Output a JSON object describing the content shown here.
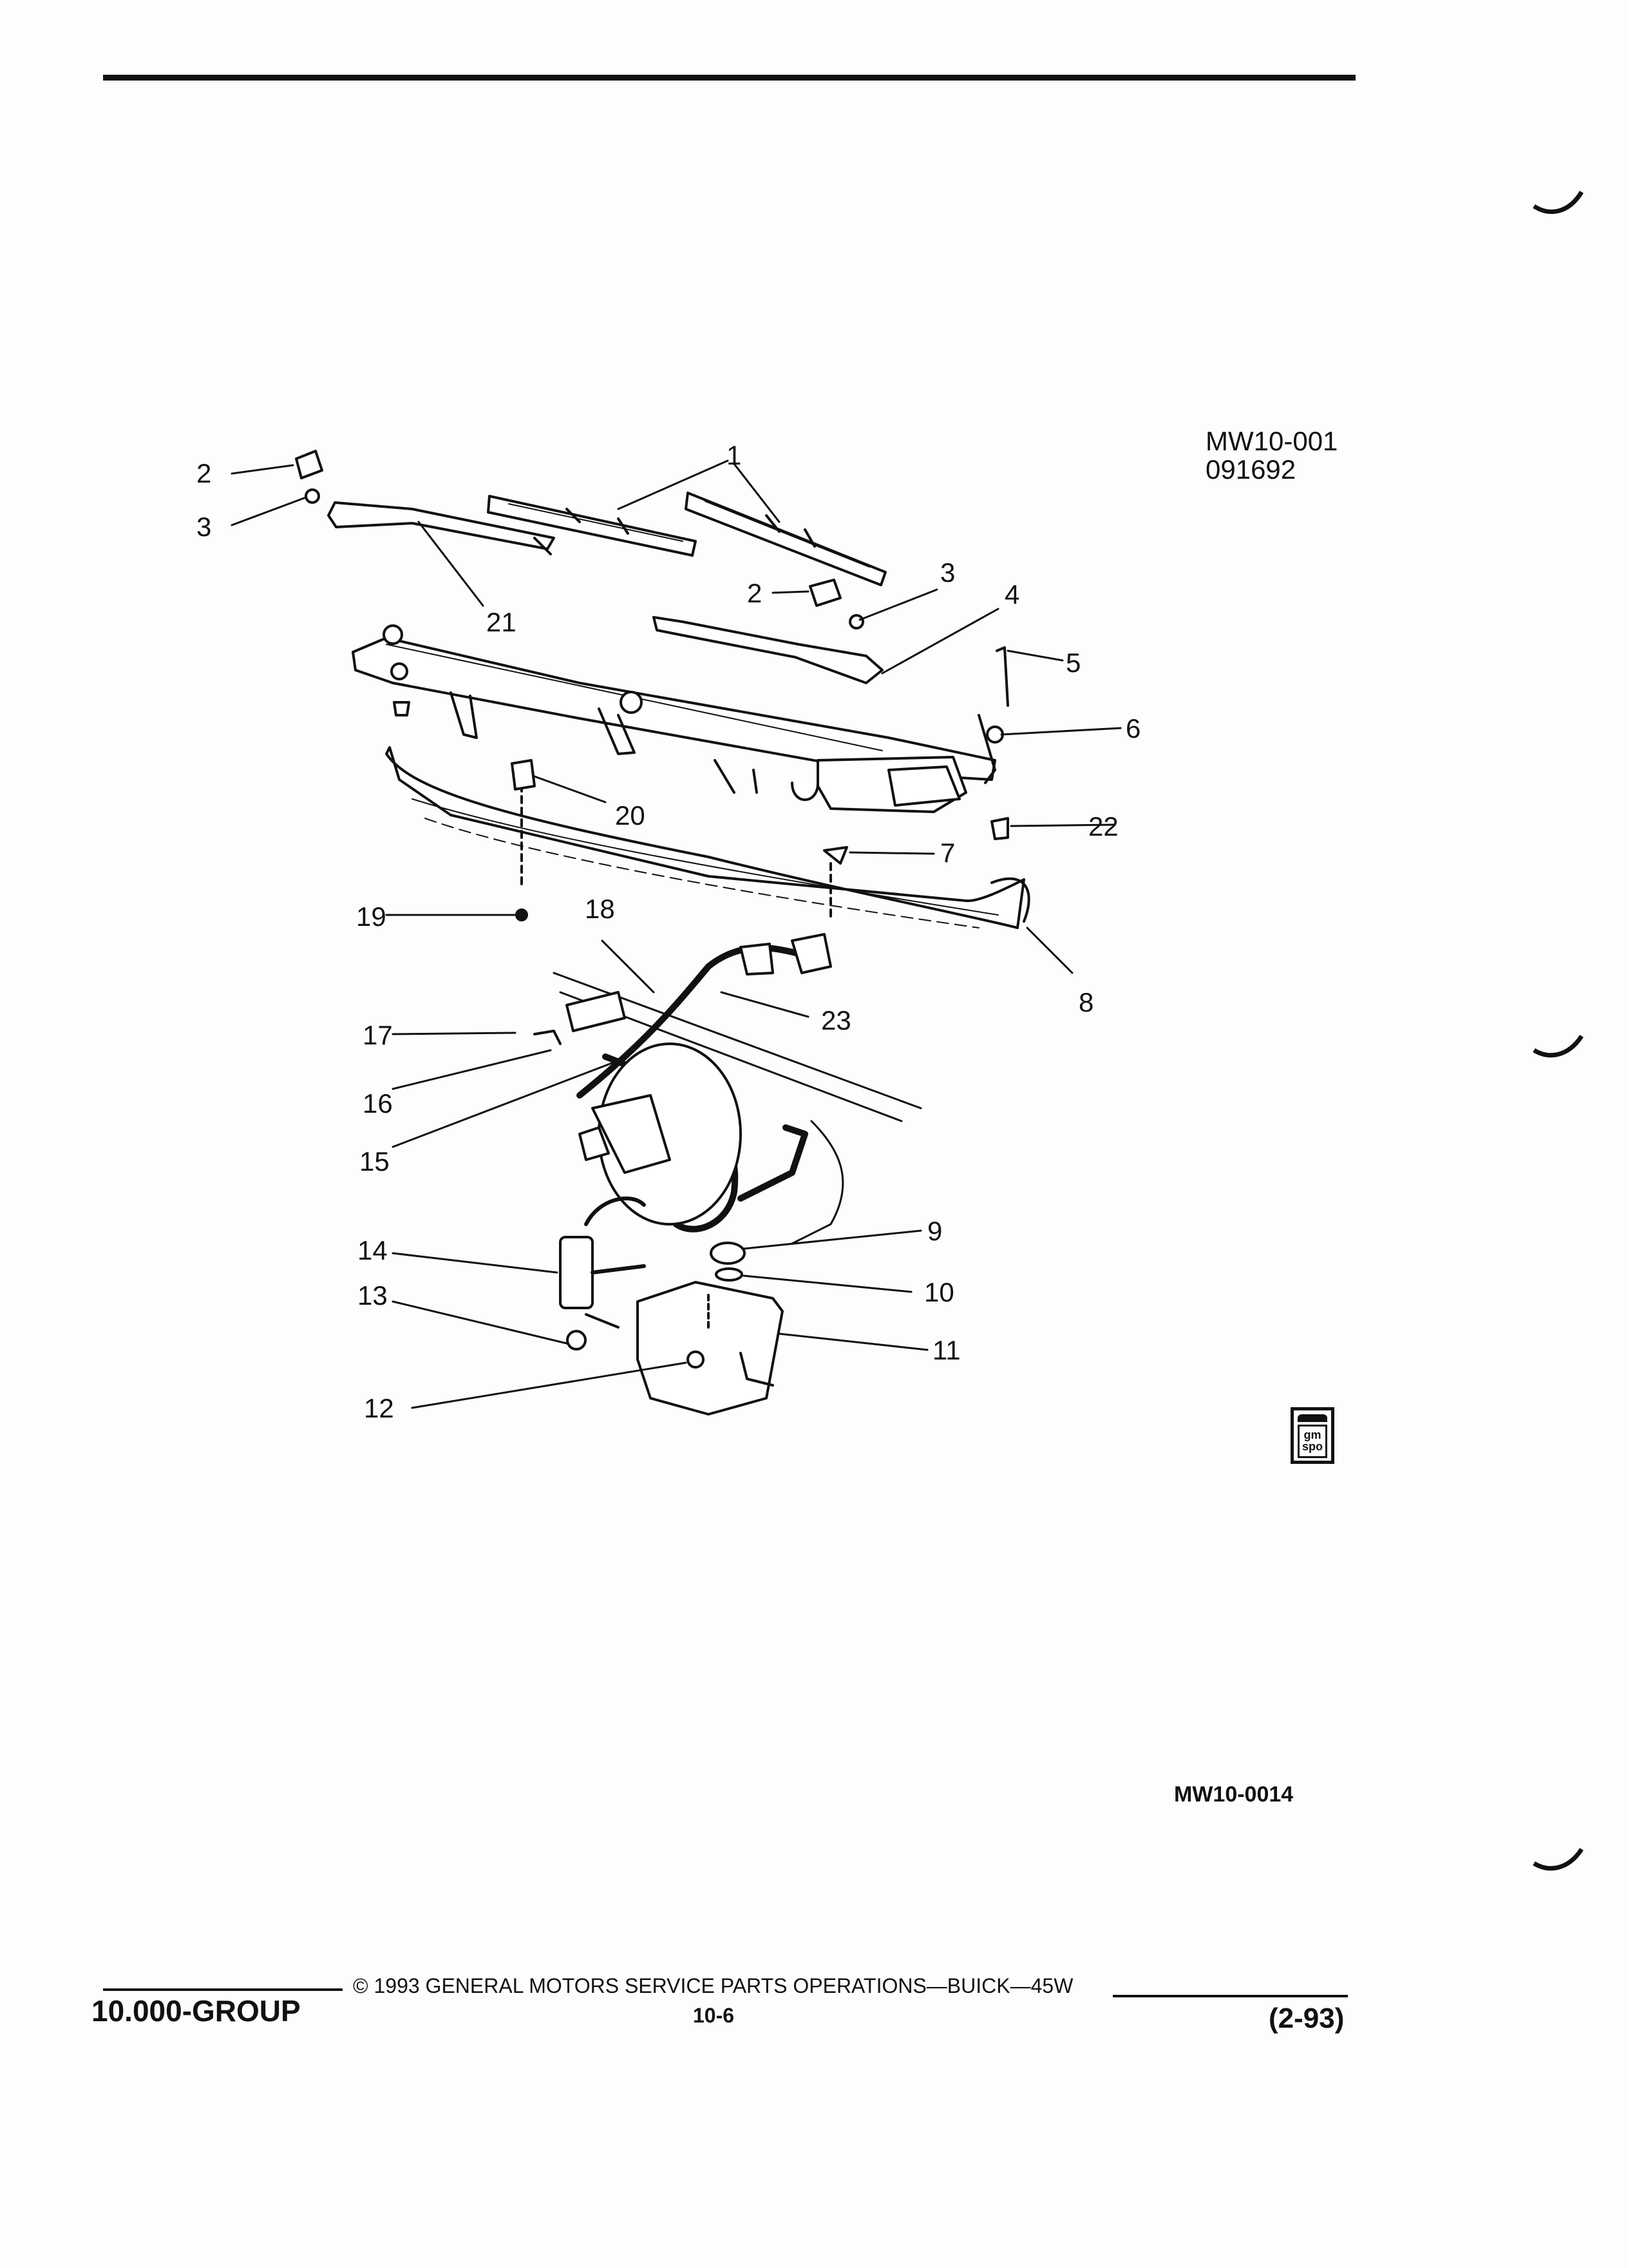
{
  "figure": {
    "ref_code_top": "MW10-001",
    "ref_date": "091692",
    "ref_code_bottom": "MW10-0014"
  },
  "callouts": [
    {
      "id": "c2a",
      "label": "2"
    },
    {
      "id": "c3a",
      "label": "3"
    },
    {
      "id": "c1",
      "label": "1"
    },
    {
      "id": "c21",
      "label": "21"
    },
    {
      "id": "c2b",
      "label": "2"
    },
    {
      "id": "c3b",
      "label": "3"
    },
    {
      "id": "c4",
      "label": "4"
    },
    {
      "id": "c5",
      "label": "5"
    },
    {
      "id": "c6",
      "label": "6"
    },
    {
      "id": "c20",
      "label": "20"
    },
    {
      "id": "c22",
      "label": "22"
    },
    {
      "id": "c7",
      "label": "7"
    },
    {
      "id": "c19",
      "label": "19"
    },
    {
      "id": "c18",
      "label": "18"
    },
    {
      "id": "c8",
      "label": "8"
    },
    {
      "id": "c23",
      "label": "23"
    },
    {
      "id": "c17",
      "label": "17"
    },
    {
      "id": "c16",
      "label": "16"
    },
    {
      "id": "c15",
      "label": "15"
    },
    {
      "id": "c9",
      "label": "9"
    },
    {
      "id": "c14",
      "label": "14"
    },
    {
      "id": "c10",
      "label": "10"
    },
    {
      "id": "c13",
      "label": "13"
    },
    {
      "id": "c11",
      "label": "11"
    },
    {
      "id": "c12",
      "label": "12"
    }
  ],
  "badge": {
    "text": "gm spo"
  },
  "footer": {
    "group": "10.000-GROUP",
    "copyright": "© 1993 GENERAL MOTORS SERVICE PARTS OPERATIONS—BUICK—45W",
    "page": "10-6",
    "revision": "(2-93)"
  }
}
